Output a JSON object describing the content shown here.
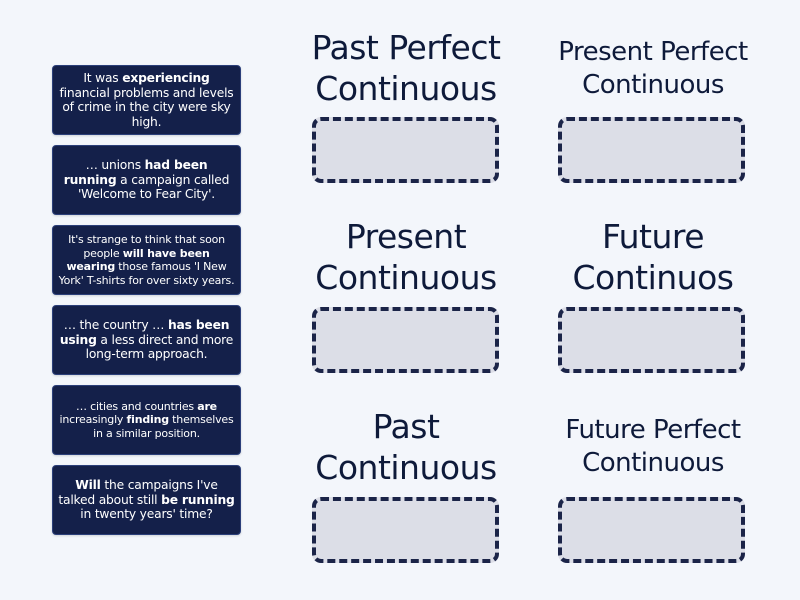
{
  "cards": [
    {
      "parts": [
        {
          "t": "It was "
        },
        {
          "t": "experiencing",
          "b": true
        },
        {
          "t": " financial problems and levels of crime in the city were sky high."
        }
      ]
    },
    {
      "parts": [
        {
          "t": "… unions "
        },
        {
          "t": "had been running",
          "b": true
        },
        {
          "t": " a campaign called 'Welcome to Fear City'."
        }
      ]
    },
    {
      "parts": [
        {
          "t": "It's strange to think that soon people "
        },
        {
          "t": "will have been wearing",
          "b": true
        },
        {
          "t": " those famous 'I New York' T-shirts for over sixty years."
        }
      ]
    },
    {
      "parts": [
        {
          "t": "… the country … "
        },
        {
          "t": "has been using",
          "b": true
        },
        {
          "t": " a less direct and more long-term approach."
        }
      ]
    },
    {
      "parts": [
        {
          "t": "… cities and countries "
        },
        {
          "t": "are",
          "b": true
        },
        {
          "t": " increasingly "
        },
        {
          "t": "finding",
          "b": true
        },
        {
          "t": " themselves in a similar position."
        }
      ]
    },
    {
      "parts": [
        {
          "t": "Will",
          "b": true
        },
        {
          "t": " the campaigns I've talked about still "
        },
        {
          "t": "be running",
          "b": true
        },
        {
          "t": " in twenty years' time?"
        }
      ]
    }
  ],
  "card_texts": [
    "It was experiencing financial problems and levels of crime in the city were sky high.",
    "… unions had been running a campaign called 'Welcome to Fear City'.",
    "It's strange to think that soon people will have been wearing those famous 'I New York' T-shirts for over sixty years.",
    "… the country … has been using a less direct and more long-term approach.",
    "… cities and countries are increasingly finding themselves in a similar position.",
    "Will the campaigns I've talked about still be running in twenty years' time?"
  ],
  "categories": [
    {
      "line1": "Past Perfect",
      "line2": "Continuous"
    },
    {
      "line1": "Present Perfect",
      "line2": "Continuous"
    },
    {
      "line1": "Present",
      "line2": "Continuous"
    },
    {
      "line1": "Future",
      "line2": "Continuos"
    },
    {
      "line1": "Past",
      "line2": "Continuous"
    },
    {
      "line1": "Future Perfect",
      "line2": "Continuous"
    }
  ],
  "colors": {
    "background": "#f3f6fb",
    "card": "#14204a",
    "card_text": "#ffffff",
    "title_text": "#0e1a3a",
    "dropzone_fill": "#dcdee7",
    "dropzone_border": "#1b2448"
  }
}
